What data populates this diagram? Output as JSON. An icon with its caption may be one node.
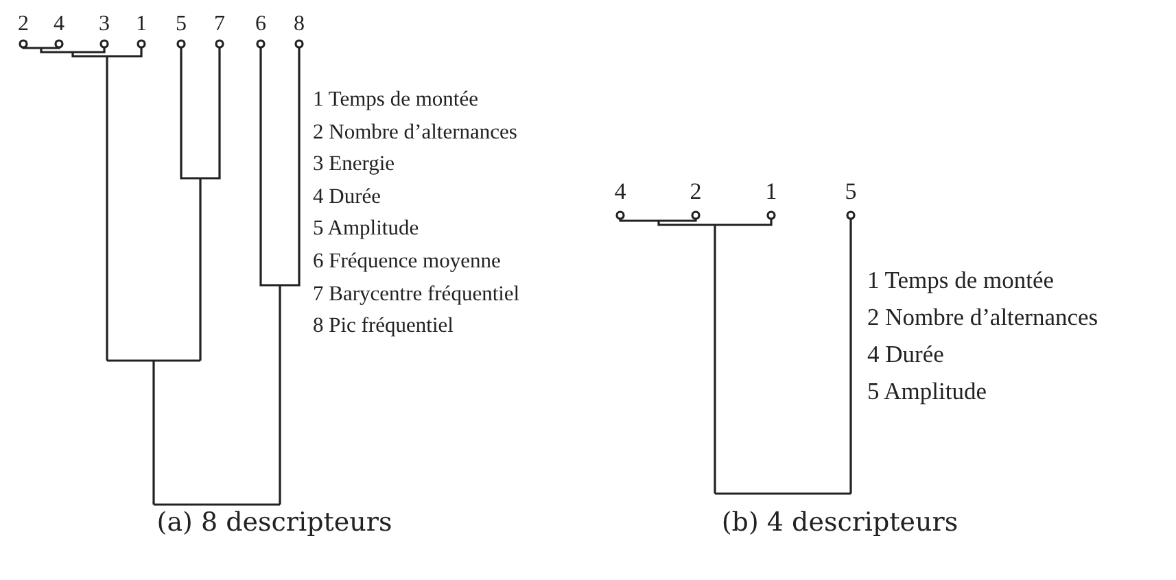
{
  "diagram": {
    "labels": [
      "2",
      "4",
      "3",
      "1",
      "5",
      "7",
      "6",
      "8",
      "1 Temps de montée",
      "2 Nombre d’alternances",
      "3 Energie",
      "4 Durée",
      "5 Amplitude",
      "6 Fréquence moyenne",
      "7 Barycentre fréquentiel",
      "8 Pic fréquentiel",
      "4",
      "2",
      "1",
      "5",
      "1 Temps de montée",
      "2 Nombre d’alternances",
      "4 Durée",
      "5 Amplitude",
      "(a) 8 descripteurs",
      "(b) 4 descripteurs"
    ]
  }
}
